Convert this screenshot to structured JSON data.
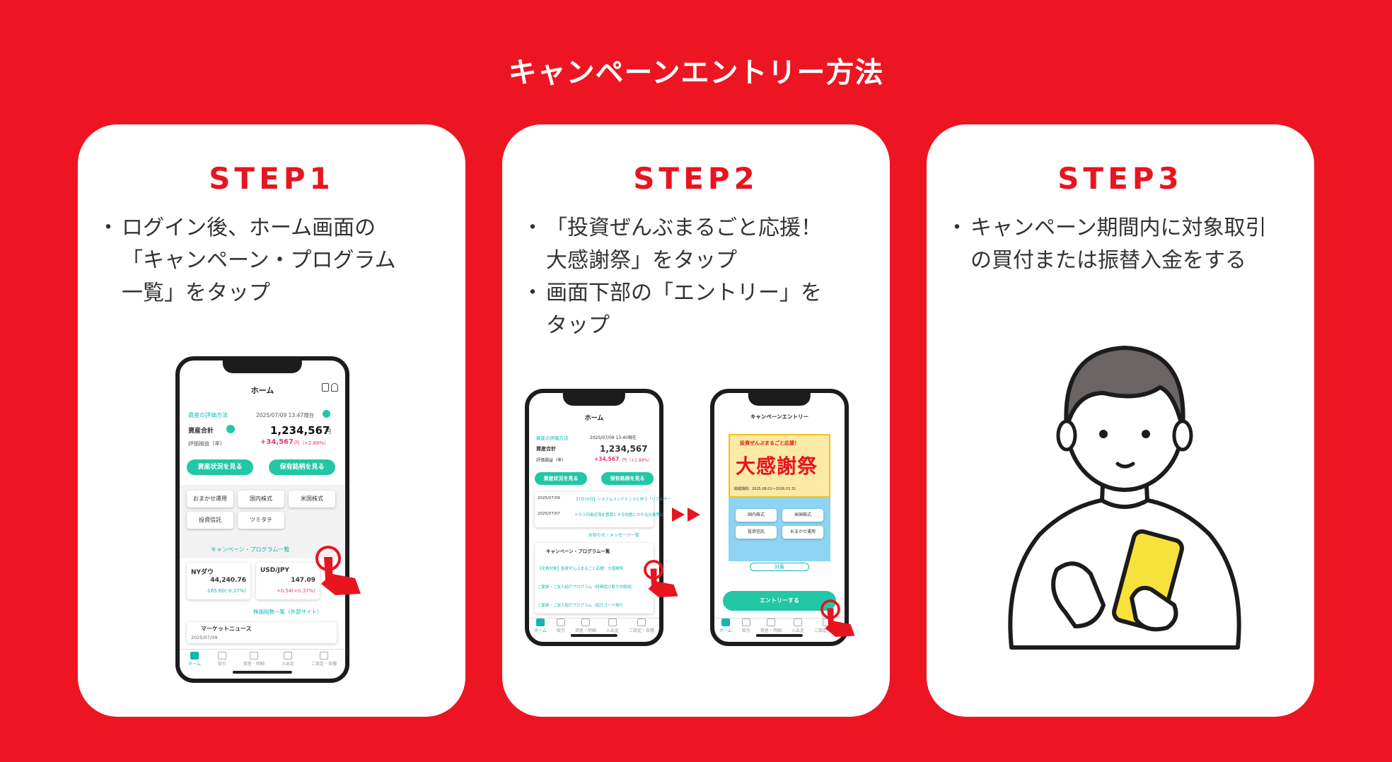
{
  "title": "キャンペーンエントリー方法",
  "steps": [
    {
      "label": "STEP1",
      "bullets": [
        [
          "ログイン後、ホーム画面の",
          "「キャンペーン・プログラム",
          "一覧」をタップ"
        ]
      ],
      "phone": {
        "header": "ホーム",
        "eval_method": "資産の評価方法",
        "date": "2025/07/09 13:47現在",
        "total_label": "資産合計",
        "total_value": "1,234,567",
        "yen": "円",
        "pl_label": "評価損益（率）",
        "pl_value": "+34,567",
        "pl_rate": "円（+2.88%）",
        "btn_assets": "資産状況を見る",
        "btn_holdings": "保有銘柄を見る",
        "chips": [
          "おまかせ運用",
          "国内株式",
          "米国株式",
          "投資信託",
          "ツミタテ"
        ],
        "campaign_link": "キャンペーン・プログラム一覧",
        "ny_label": "NYダウ",
        "ny_value": "44,240.76",
        "ny_change": "-165.60(-0.37%)",
        "fx_label": "USD/JPY",
        "fx_value": "147.09",
        "fx_change": "+0.54(+0.37%)",
        "index_link": "株価指数一覧（外部サイト）",
        "news_title": "マーケットニュース",
        "news_date": "2025/07/09",
        "tabs": [
          "ホーム",
          "取引",
          "資産・明細",
          "入出金",
          "ご設定・各種"
        ]
      }
    },
    {
      "label": "STEP2",
      "bullets": [
        [
          "「投資ぜんぶまるごと応援！",
          "大感謝祭」をタップ"
        ],
        [
          "画面下部の「エントリー」を",
          "タップ"
        ]
      ],
      "phone_a": {
        "header": "ホーム",
        "eval_method": "資産の評価方法",
        "date": "2025/07/09 13:40現在",
        "total_label": "資産合計",
        "total_value": "1,234,567",
        "yen": "円",
        "pl_label": "評価損益（率）",
        "pl_value": "+34,567",
        "pl_rate": "円（+2.88%）",
        "btn_assets": "資産状況を見る",
        "btn_holdings": "保有銘柄を見る",
        "news1_date": "2025/07/09",
        "news1_text": "【7月15日】システムメンテナンスに伴う「リアルター",
        "news2_date": "2025/07/07",
        "news2_text": "トカラ列島近海を震源とする地震にかかる災害等に",
        "news_link": "お知らせ・メッセージ一覧",
        "campaign_title": "キャンペーン・プログラム一覧",
        "item1": "【全員対象】投資ぜんぶまるごと応援！大感謝祭",
        "item2": "ご家族・ご友人紹介プログラム（特典受け取り中請用）",
        "item3": "ご家族・ご友人紹介プログラム（紹介コード発行",
        "tabs": [
          "ホーム",
          "取引",
          "資産・明細",
          "入出金",
          "ご設定・各種"
        ]
      },
      "phone_b": {
        "header": "キャンペーンエントリー",
        "banner_small": "投資ぜんぶまるごと応援！",
        "banner_big": "大感謝祭",
        "banner_period": "開催期間：2025.08.01～2026.03.31",
        "grid": [
          "国内株式",
          "米国株式",
          "投資信託",
          "おまかせ運用"
        ],
        "target": "対象",
        "entry_button": "エントリーする",
        "tabs": [
          "ホーム",
          "取引",
          "資産・明細",
          "入出金",
          "ご設定・各種"
        ]
      }
    },
    {
      "label": "STEP3",
      "bullets": [
        [
          "キャンペーン期間内に対象取引",
          "の買付または振替入金をする"
        ]
      ]
    }
  ],
  "colors": {
    "background": "#ee1522",
    "accent_red": "#e8141f",
    "teal": "#22c7a5",
    "phone_yellow": "#f7e23b"
  }
}
